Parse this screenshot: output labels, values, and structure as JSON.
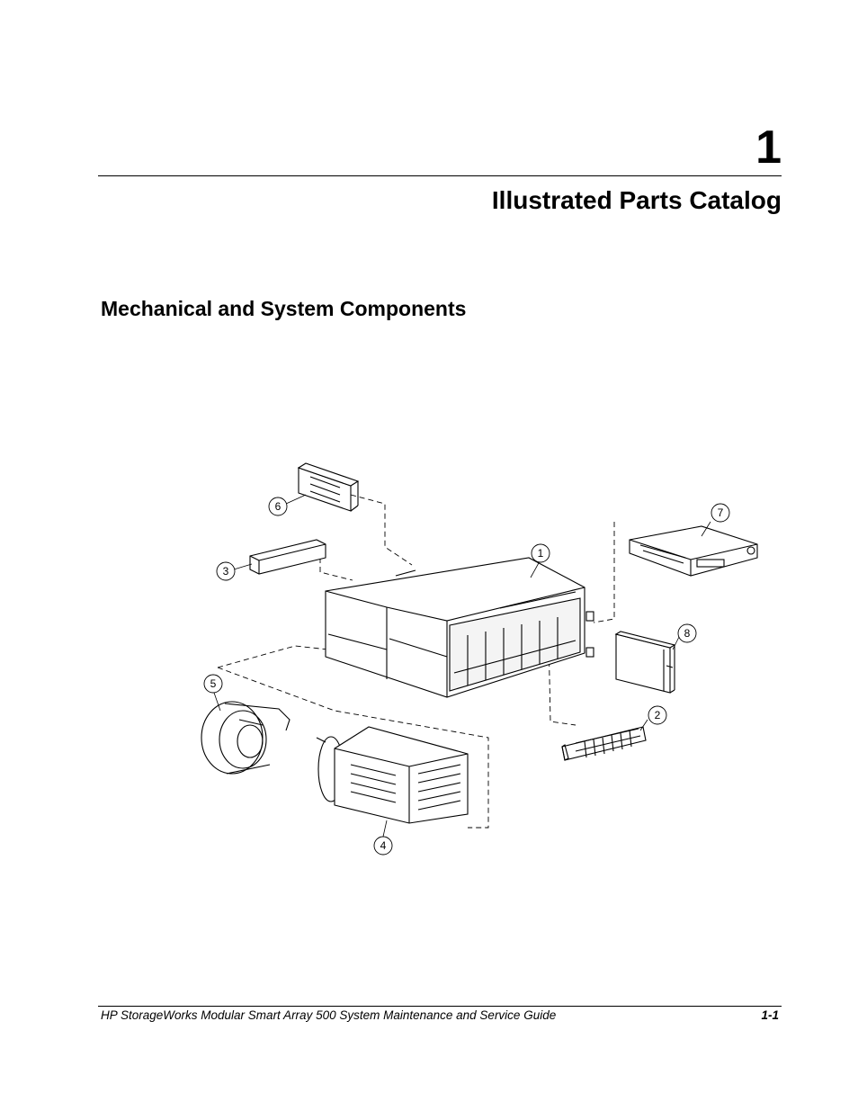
{
  "chapter": {
    "number": "1",
    "title": "Illustrated Parts Catalog"
  },
  "section": {
    "heading": "Mechanical and System Components"
  },
  "figure": {
    "callouts": [
      "1",
      "2",
      "3",
      "4",
      "5",
      "6",
      "7",
      "8"
    ]
  },
  "footer": {
    "document_title": "HP StorageWorks Modular Smart Array 500 System Maintenance and Service Guide",
    "page_number": "1-1"
  }
}
